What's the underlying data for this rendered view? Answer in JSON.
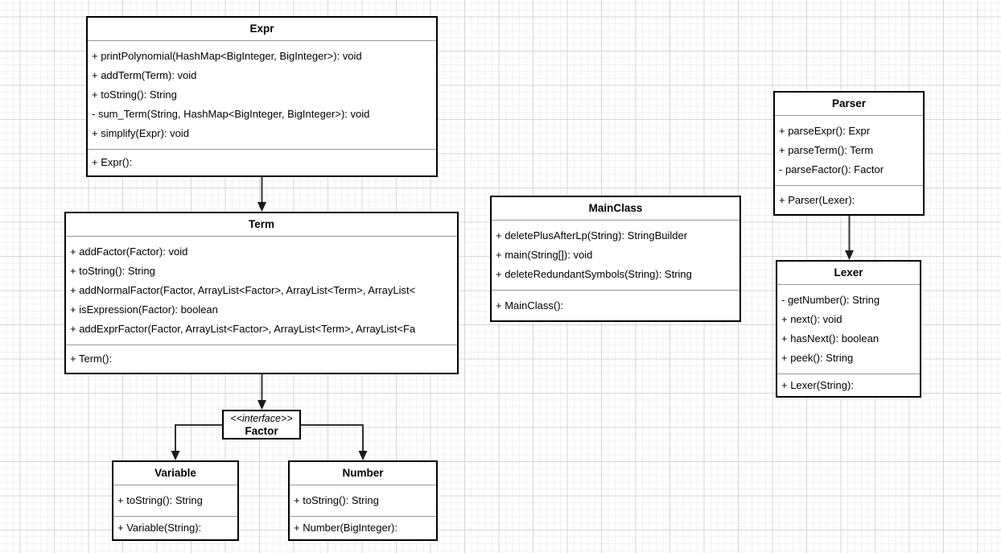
{
  "diagram": {
    "type": "uml-class-diagram",
    "colors": {
      "canvas": "#ffffff",
      "grid_minor": "#f1f1f1",
      "grid_major": "#d6d6d6",
      "box_fill": "#ffffff",
      "box_border": "#000000",
      "divider": "#999999",
      "text": "#000000",
      "connector": "#333333"
    },
    "classes": {
      "expr": {
        "name": "Expr",
        "methods": [
          "+ printPolynomial(HashMap<BigInteger, BigInteger>): void",
          "+ addTerm(Term): void",
          "+ toString(): String",
          "- sum_Term(String, HashMap<BigInteger, BigInteger>): void",
          "+ simplify(Expr): void"
        ],
        "constructors": [
          "+ Expr():"
        ]
      },
      "term": {
        "name": "Term",
        "methods": [
          "+ addFactor(Factor): void",
          "+ toString(): String",
          "+ addNormalFactor(Factor, ArrayList<Factor>, ArrayList<Term>, ArrayList<",
          "+ isExpression(Factor): boolean",
          "+ addExprFactor(Factor, ArrayList<Factor>, ArrayList<Term>, ArrayList<Fa"
        ],
        "constructors": [
          "+ Term():"
        ]
      },
      "mainclass": {
        "name": "MainClass",
        "methods": [
          "+ deletePlusAfterLp(String): StringBuilder",
          "+ main(String[]): void",
          "+ deleteRedundantSymbols(String): String"
        ],
        "constructors": [
          "+ MainClass():"
        ]
      },
      "parser": {
        "name": "Parser",
        "methods": [
          "+ parseExpr(): Expr",
          "+ parseTerm(): Term",
          "- parseFactor(): Factor"
        ],
        "constructors": [
          "+ Parser(Lexer):"
        ]
      },
      "lexer": {
        "name": "Lexer",
        "methods": [
          "- getNumber(): String",
          "+ next(): void",
          "+ hasNext(): boolean",
          "+ peek(): String"
        ],
        "constructors": [
          "+ Lexer(String):"
        ]
      },
      "factor": {
        "stereotype": "<<interface>>",
        "name": "Factor"
      },
      "variable": {
        "name": "Variable",
        "methods": [
          "+ toString(): String"
        ],
        "constructors": [
          "+ Variable(String):"
        ]
      },
      "number": {
        "name": "Number",
        "methods": [
          "+ toString(): String"
        ],
        "constructors": [
          "+ Number(BigInteger):"
        ]
      }
    },
    "connections": [
      {
        "from": "Expr",
        "to": "Term",
        "style": "solid-filled-arrow"
      },
      {
        "from": "Term",
        "to": "Factor",
        "style": "solid-filled-arrow"
      },
      {
        "from": "Factor",
        "to": "Variable",
        "style": "solid-filled-arrow"
      },
      {
        "from": "Factor",
        "to": "Number",
        "style": "solid-filled-arrow"
      },
      {
        "from": "Parser",
        "to": "Lexer",
        "style": "solid-filled-arrow"
      }
    ]
  }
}
